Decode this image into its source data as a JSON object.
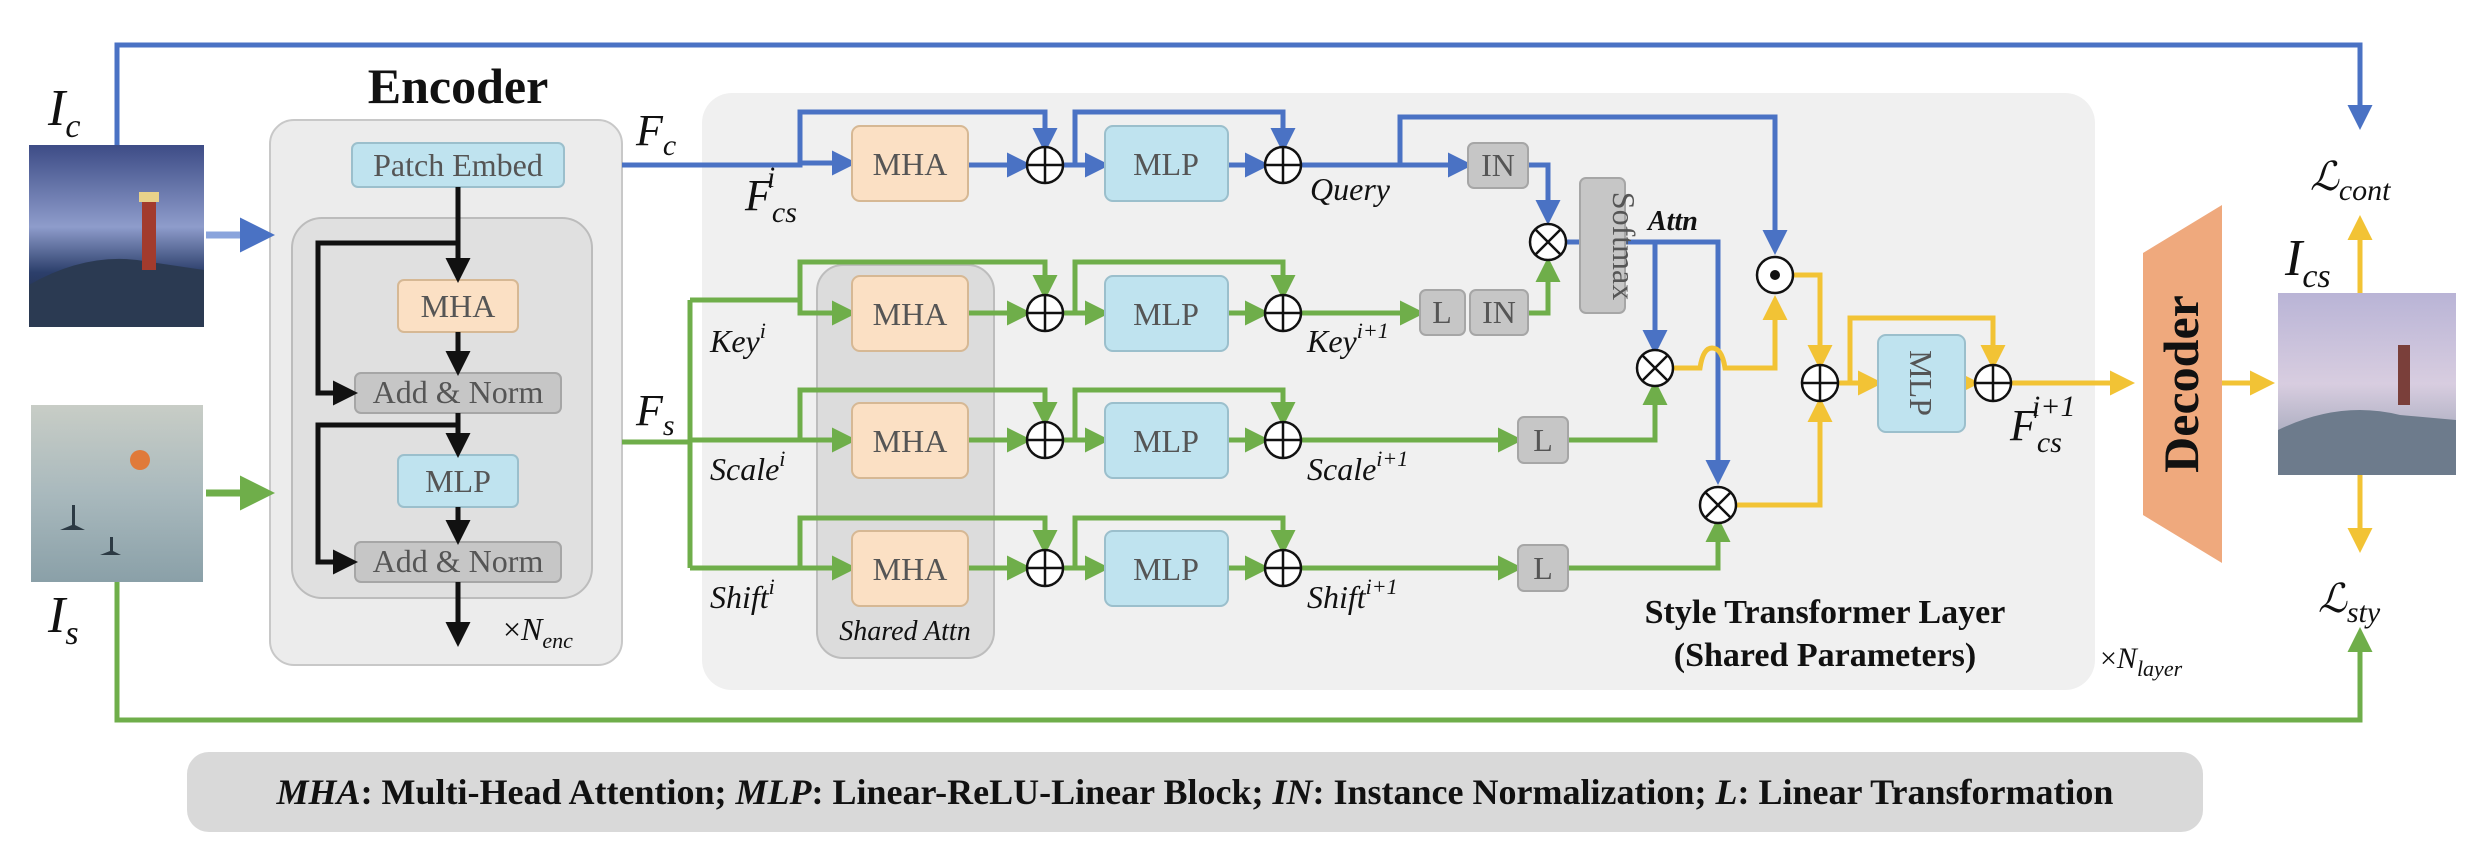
{
  "labels": {
    "encoder_title": "Encoder",
    "patch_embed": "Patch Embed",
    "mha": "MHA",
    "add_norm": "Add & Norm",
    "mlp": "MLP",
    "n_enc_times": "×",
    "n_enc_base": "N",
    "n_enc_sub": "enc",
    "ic_base": "I",
    "ic_sub": "c",
    "is_base": "I",
    "is_sub": "s",
    "fc_base": "F",
    "fc_sub": "c",
    "fs_base": "F",
    "fs_sub": "s",
    "fcs_base": "F",
    "fcs_sub": "cs",
    "fcs_sup": "i",
    "query": "Query",
    "key_base": "Key",
    "key_sup": "i",
    "scale_base": "Scale",
    "scale_sup": "i",
    "shift_base": "Shift",
    "shift_sup": "i",
    "key_next_base": "Key",
    "key_next_sup": "i+1",
    "scale_next_base": "Scale",
    "scale_next_sup": "i+1",
    "shift_next_base": "Shift",
    "shift_next_sup": "i+1",
    "in": "IN",
    "l": "L",
    "softmax": "Softmax",
    "attn": "Attn",
    "shared_attn": "Shared Attn",
    "style_layer_title": "Style Transformer Layer",
    "style_layer_sub": "(Shared Parameters)",
    "n_layer_times": "×",
    "n_layer_base": "N",
    "n_layer_sub": "layer",
    "fcs_out_base": "F",
    "fcs_out_sub": "cs",
    "fcs_out_sup": "i+1",
    "decoder": "Decoder",
    "ics_base": "I",
    "ics_sub": "cs",
    "l_cont_base": "ℒ",
    "l_cont_sub": "cont",
    "l_sty_base": "ℒ",
    "l_sty_sub": "sty"
  },
  "legend": {
    "mha_term": "MHA",
    "mha_def": ": Multi-Head Attention; ",
    "mlp_term": "MLP",
    "mlp_def": ": Linear-ReLU-Linear Block; ",
    "in_term": "IN",
    "in_def": ": Instance Normalization; ",
    "l_term": "L",
    "l_def": ": Linear Transformation"
  },
  "colors": {
    "content_path": "#4a72c4",
    "style_path": "#6fae4a",
    "output_path": "#f2c335",
    "mha_fill": "#fbe0c4",
    "mlp_fill": "#bfe3ef",
    "panel_fill": "#f0f0f0",
    "decoder_fill": "#efa97d"
  }
}
